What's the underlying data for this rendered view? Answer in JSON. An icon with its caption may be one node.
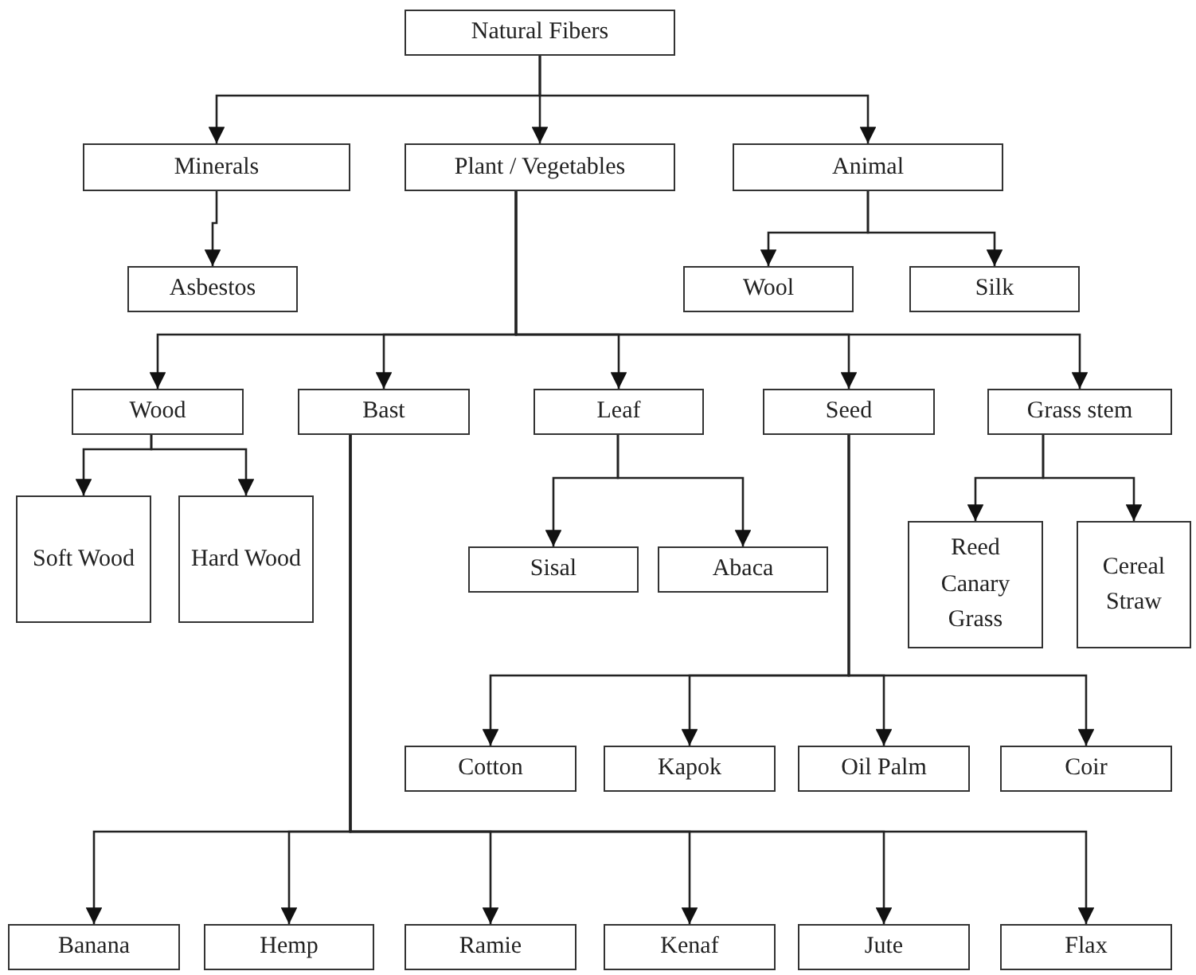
{
  "diagram": {
    "nodes": [
      {
        "text": [
          "Natural Fibers"
        ]
      },
      {
        "text": [
          "Minerals"
        ]
      },
      {
        "text": [
          "Plant / Vegetables"
        ]
      },
      {
        "text": [
          "Animal"
        ]
      },
      {
        "text": [
          "Asbestos"
        ]
      },
      {
        "text": [
          "Wool"
        ]
      },
      {
        "text": [
          "Silk"
        ]
      },
      {
        "text": [
          "Wood"
        ]
      },
      {
        "text": [
          "Bast"
        ]
      },
      {
        "text": [
          "Leaf"
        ]
      },
      {
        "text": [
          "Seed"
        ]
      },
      {
        "text": [
          "Grass stem"
        ]
      },
      {
        "text": [
          "Soft Wood"
        ]
      },
      {
        "text": [
          "Hard Wood"
        ]
      },
      {
        "text": [
          "Sisal"
        ]
      },
      {
        "text": [
          "Abaca"
        ]
      },
      {
        "text": [
          "Reed Canary Grass"
        ]
      },
      {
        "text": [
          "Cereal Straw"
        ]
      },
      {
        "text": [
          "Cotton"
        ]
      },
      {
        "text": [
          "Kapok"
        ]
      },
      {
        "text": [
          "Oil Palm"
        ]
      },
      {
        "text": [
          "Coir"
        ]
      },
      {
        "text": [
          "Banana"
        ]
      },
      {
        "text": [
          "Hemp"
        ]
      },
      {
        "text": [
          "Ramie"
        ]
      },
      {
        "text": [
          "Kenaf"
        ]
      },
      {
        "text": [
          "Jute"
        ]
      },
      {
        "text": [
          "Flax"
        ]
      }
    ],
    "edges": [
      {
        "from": 0,
        "to": 1,
        "arrow": "to"
      },
      {
        "from": 0,
        "to": 2,
        "arrow": "to"
      },
      {
        "from": 0,
        "to": 3,
        "arrow": "to"
      },
      {
        "from": 1,
        "to": 4,
        "arrow": "to"
      },
      {
        "from": 3,
        "to": 5,
        "arrow": "to"
      },
      {
        "from": 3,
        "to": 6,
        "arrow": "to"
      },
      {
        "from": 2,
        "to": 7,
        "arrow": "to"
      },
      {
        "from": 2,
        "to": 8,
        "arrow": "to"
      },
      {
        "from": 2,
        "to": 9,
        "arrow": "to"
      },
      {
        "from": 2,
        "to": 10,
        "arrow": "to"
      },
      {
        "from": 2,
        "to": 11,
        "arrow": "to"
      },
      {
        "from": 7,
        "to": 12,
        "arrow": "to"
      },
      {
        "from": 7,
        "to": 13,
        "arrow": "to"
      },
      {
        "from": 9,
        "to": 14,
        "arrow": "to"
      },
      {
        "from": 9,
        "to": 15,
        "arrow": "to"
      },
      {
        "from": 11,
        "to": 16,
        "arrow": "to"
      },
      {
        "from": 11,
        "to": 17,
        "arrow": "to"
      },
      {
        "from": 10,
        "to": 18,
        "arrow": "to"
      },
      {
        "from": 10,
        "to": 19,
        "arrow": "to"
      },
      {
        "from": 10,
        "to": 20,
        "arrow": "to"
      },
      {
        "from": 10,
        "to": 21,
        "arrow": "to"
      },
      {
        "from": 8,
        "to": 22,
        "arrow": "to"
      },
      {
        "from": 8,
        "to": 23,
        "arrow": "to"
      },
      {
        "from": 8,
        "to": 24,
        "arrow": "to"
      },
      {
        "from": 8,
        "to": 25,
        "arrow": "to"
      },
      {
        "from": 8,
        "to": 26,
        "arrow": "to"
      },
      {
        "from": 8,
        "to": 27,
        "arrow": "to"
      }
    ]
  }
}
